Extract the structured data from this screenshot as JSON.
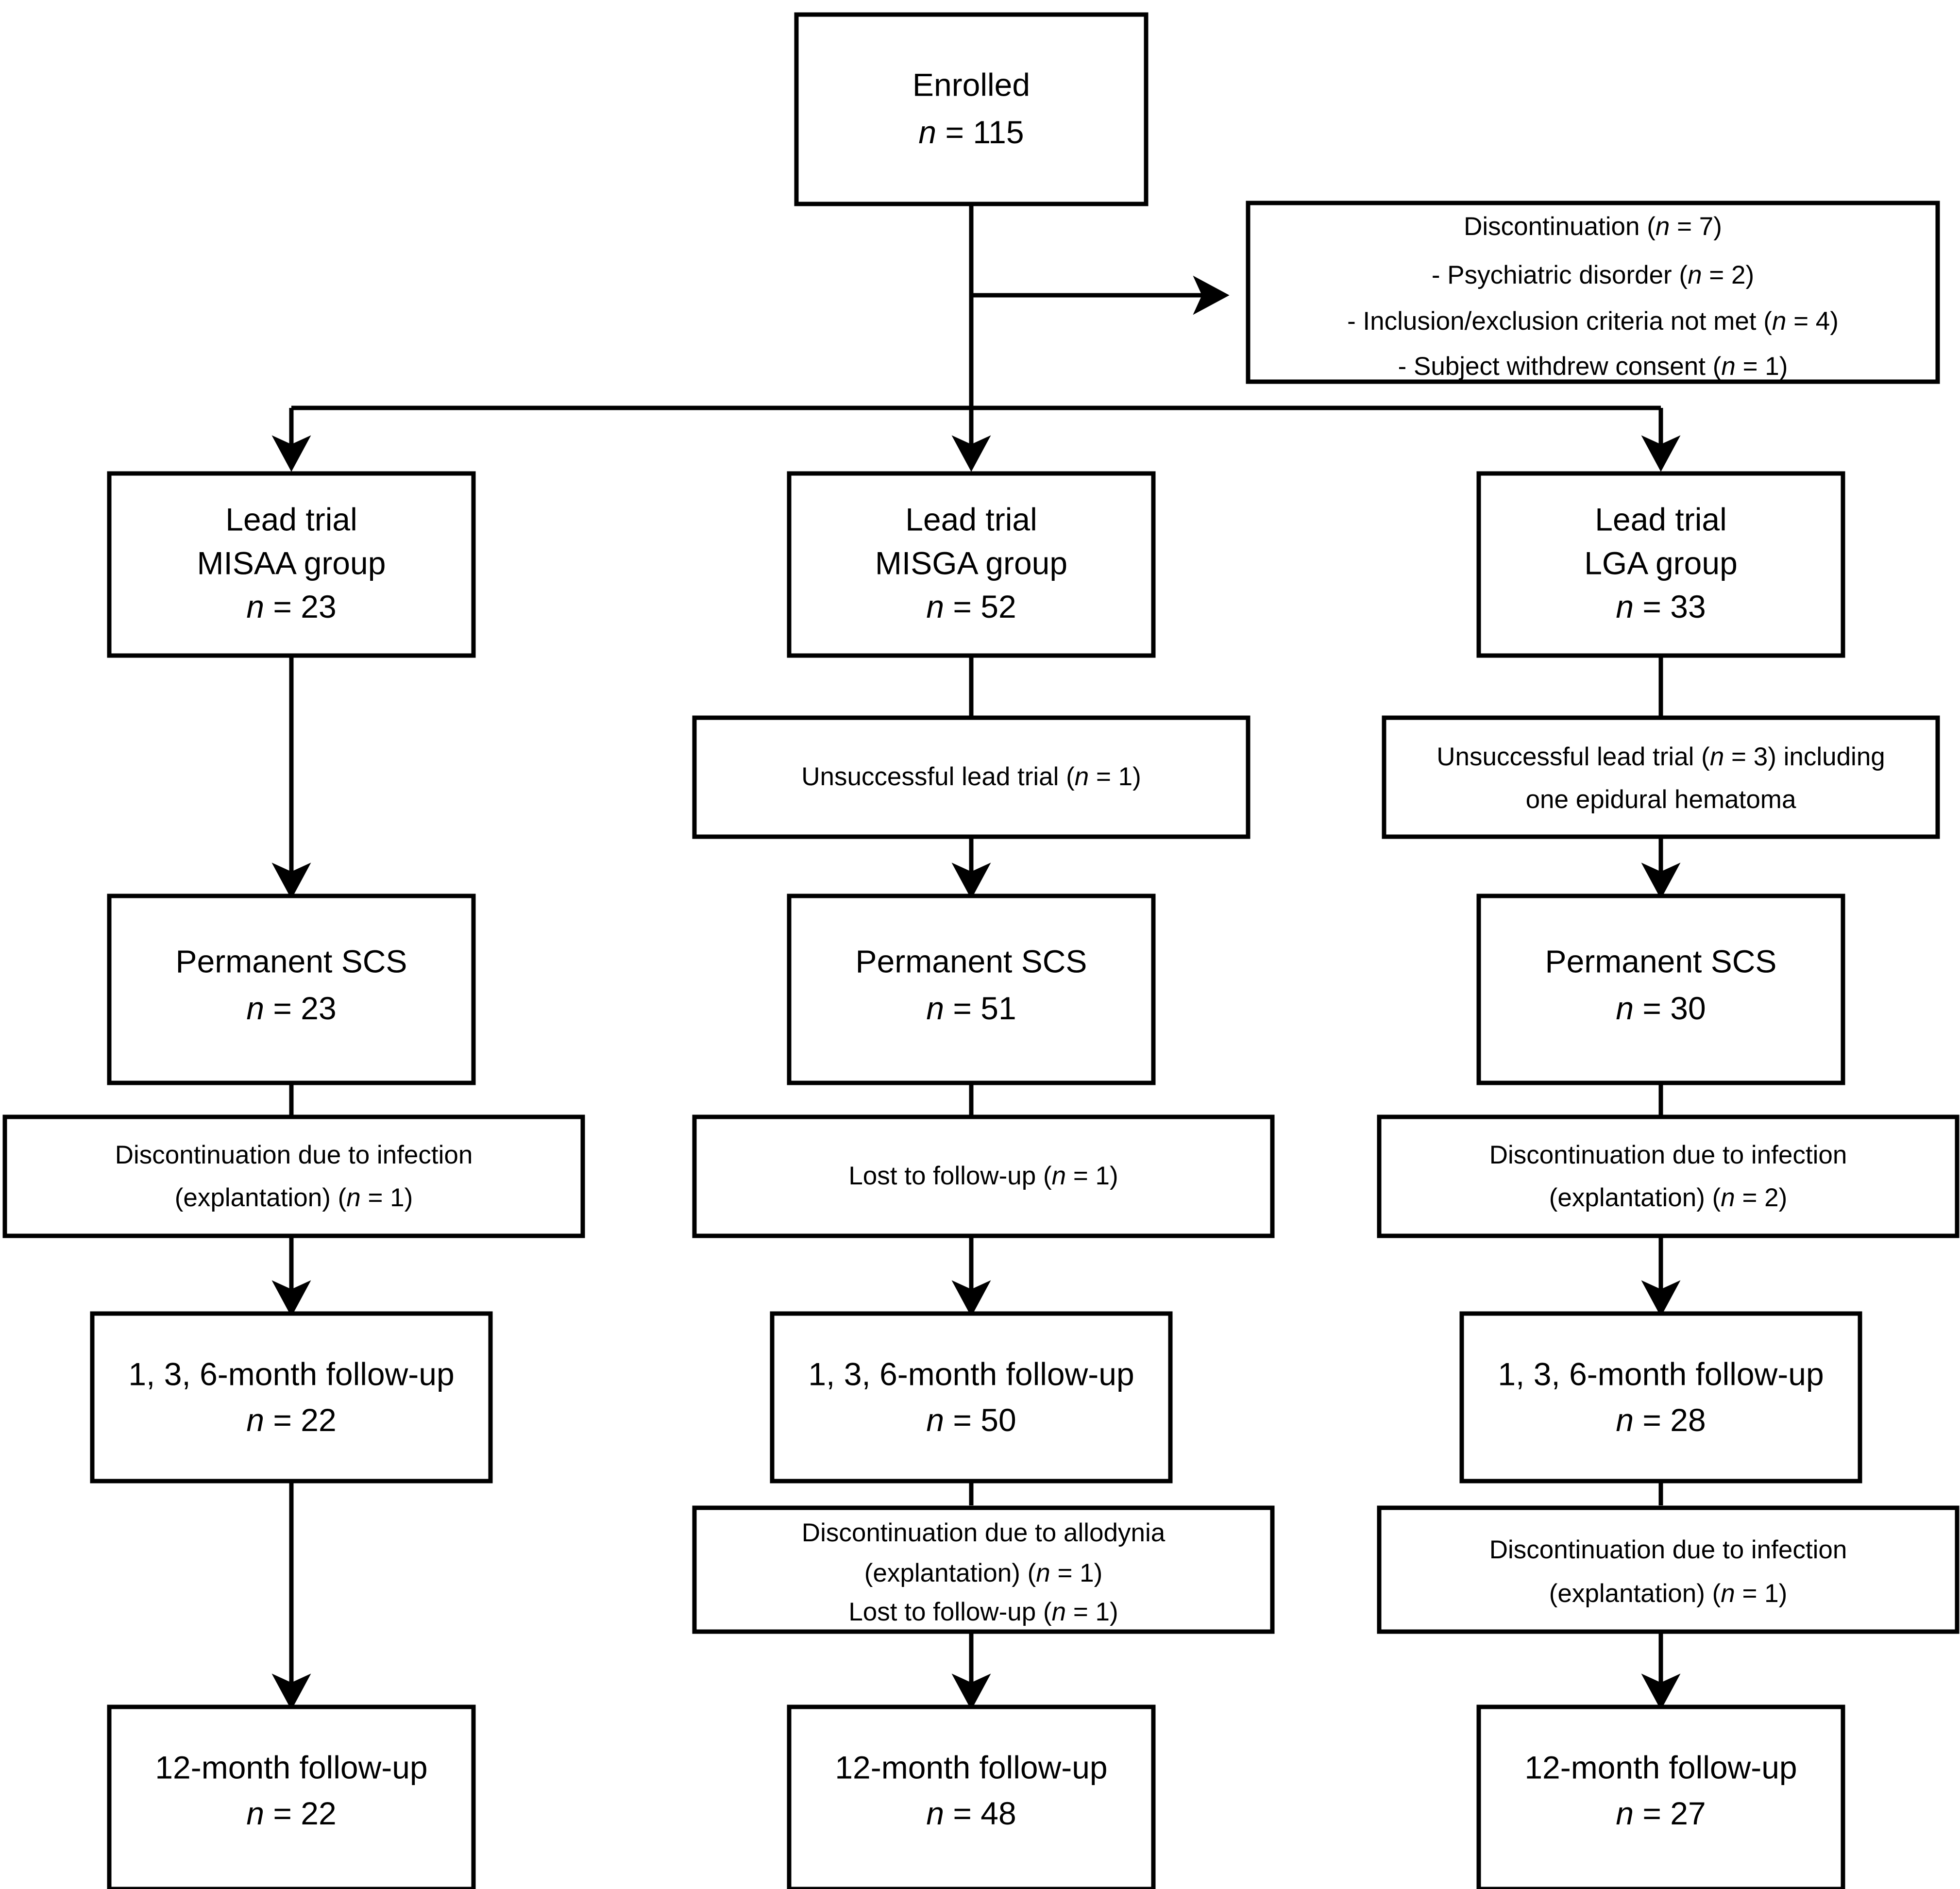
{
  "diagram": {
    "type": "consort-flow-diagram",
    "title": "",
    "colors": {
      "stroke": "#000000",
      "fill": "#ffffff",
      "text": "#000000"
    }
  },
  "nodes": {
    "enrolled": {
      "id": "enrolled",
      "lines": [
        "Enrolled",
        "n = 115"
      ],
      "line1": "Enrolled",
      "line2_n": "n",
      "line2_val": " = 115"
    },
    "discontinuation_top": {
      "id": "discontinuation-top",
      "line1_a": "Discontinuation (",
      "line1_n": "n",
      "line1_b": " = 7)",
      "line2_a": "- Psychiatric disorder (",
      "line2_n": "n",
      "line2_b": " = 2)",
      "line3_a": "- Inclusion/exclusion criteria not met (",
      "line3_n": "n",
      "line3_b": " = 4)",
      "line4_a": "- Subject withdrew consent (",
      "line4_n": "n",
      "line4_b": " = 1)"
    },
    "lead_misaa": {
      "id": "lead-trial-misaa",
      "line1": "Lead trial",
      "line2": "MISAA group",
      "line3_n": "n",
      "line3_val": " = 23"
    },
    "lead_misga": {
      "id": "lead-trial-misga",
      "line1": "Lead trial",
      "line2": "MISGA group",
      "line3_n": "n",
      "line3_val": " = 52"
    },
    "lead_lga": {
      "id": "lead-trial-lga",
      "line1": "Lead trial",
      "line2": "LGA group",
      "line3_n": "n",
      "line3_val": " = 33"
    },
    "unsuccessful_misga": {
      "id": "unsuccessful-lead-trial-misga",
      "line1_a": "Unsuccessful lead trial (",
      "line1_n": "n",
      "line1_b": " = 1)"
    },
    "unsuccessful_lga": {
      "id": "unsuccessful-lead-trial-lga",
      "line1_a": "Unsuccessful lead trial (",
      "line1_n": "n",
      "line1_b": " = 3) including",
      "line2": "one epidural hematoma"
    },
    "scs_misaa": {
      "id": "permanent-scs-misaa",
      "line1": "Permanent SCS",
      "line2_n": "n",
      "line2_val": " = 23"
    },
    "scs_misga": {
      "id": "permanent-scs-misga",
      "line1": "Permanent SCS",
      "line2_n": "n",
      "line2_val": " = 51"
    },
    "scs_lga": {
      "id": "permanent-scs-lga",
      "line1": "Permanent SCS",
      "line2_n": "n",
      "line2_val": " = 30"
    },
    "disc_infection_misaa": {
      "id": "discontinuation-infection-misaa",
      "line1": "Discontinuation due to infection",
      "line2_a": "(explantation) (",
      "line2_n": "n",
      "line2_b": " = 1)"
    },
    "lost_misga": {
      "id": "lost-to-follow-up-misga",
      "line1_a": "Lost to follow-up (",
      "line1_n": "n",
      "line1_b": " = 1)"
    },
    "disc_infection_lga": {
      "id": "discontinuation-infection-lga",
      "line1": "Discontinuation due to infection",
      "line2_a": "(explantation) (",
      "line2_n": "n",
      "line2_b": " = 2)"
    },
    "fu6_misaa": {
      "id": "follow-up-6month-misaa",
      "line1": "1, 3, 6-month follow-up",
      "line2_n": "n",
      "line2_val": " = 22"
    },
    "fu6_misga": {
      "id": "follow-up-6month-misga",
      "line1": "1, 3, 6-month follow-up",
      "line2_n": "n",
      "line2_val": " = 50"
    },
    "fu6_lga": {
      "id": "follow-up-6month-lga",
      "line1": "1, 3, 6-month follow-up",
      "line2_n": "n",
      "line2_val": " = 28"
    },
    "disc_allodynia_misga": {
      "id": "discontinuation-allodynia-misga",
      "line1": "Discontinuation due to allodynia",
      "line2_a": "(explantation) (",
      "line2_n": "n",
      "line2_b": " = 1)",
      "line3_a": "Lost to follow-up (",
      "line3_n": "n",
      "line3_b": " = 1)"
    },
    "disc_infection_lga2": {
      "id": "discontinuation-infection-lga-2",
      "line1": "Discontinuation due to infection",
      "line2_a": "(explantation) (",
      "line2_n": "n",
      "line2_b": " = 1)"
    },
    "fu12_misaa": {
      "id": "follow-up-12month-misaa",
      "line1": "12-month follow-up",
      "line2_n": "n",
      "line2_val": " = 22"
    },
    "fu12_misga": {
      "id": "follow-up-12month-misga",
      "line1": "12-month follow-up",
      "line2_n": "n",
      "line2_val": " = 48"
    },
    "fu12_lga": {
      "id": "follow-up-12month-lga",
      "line1": "12-month follow-up",
      "line2_n": "n",
      "line2_val": " = 27"
    }
  }
}
